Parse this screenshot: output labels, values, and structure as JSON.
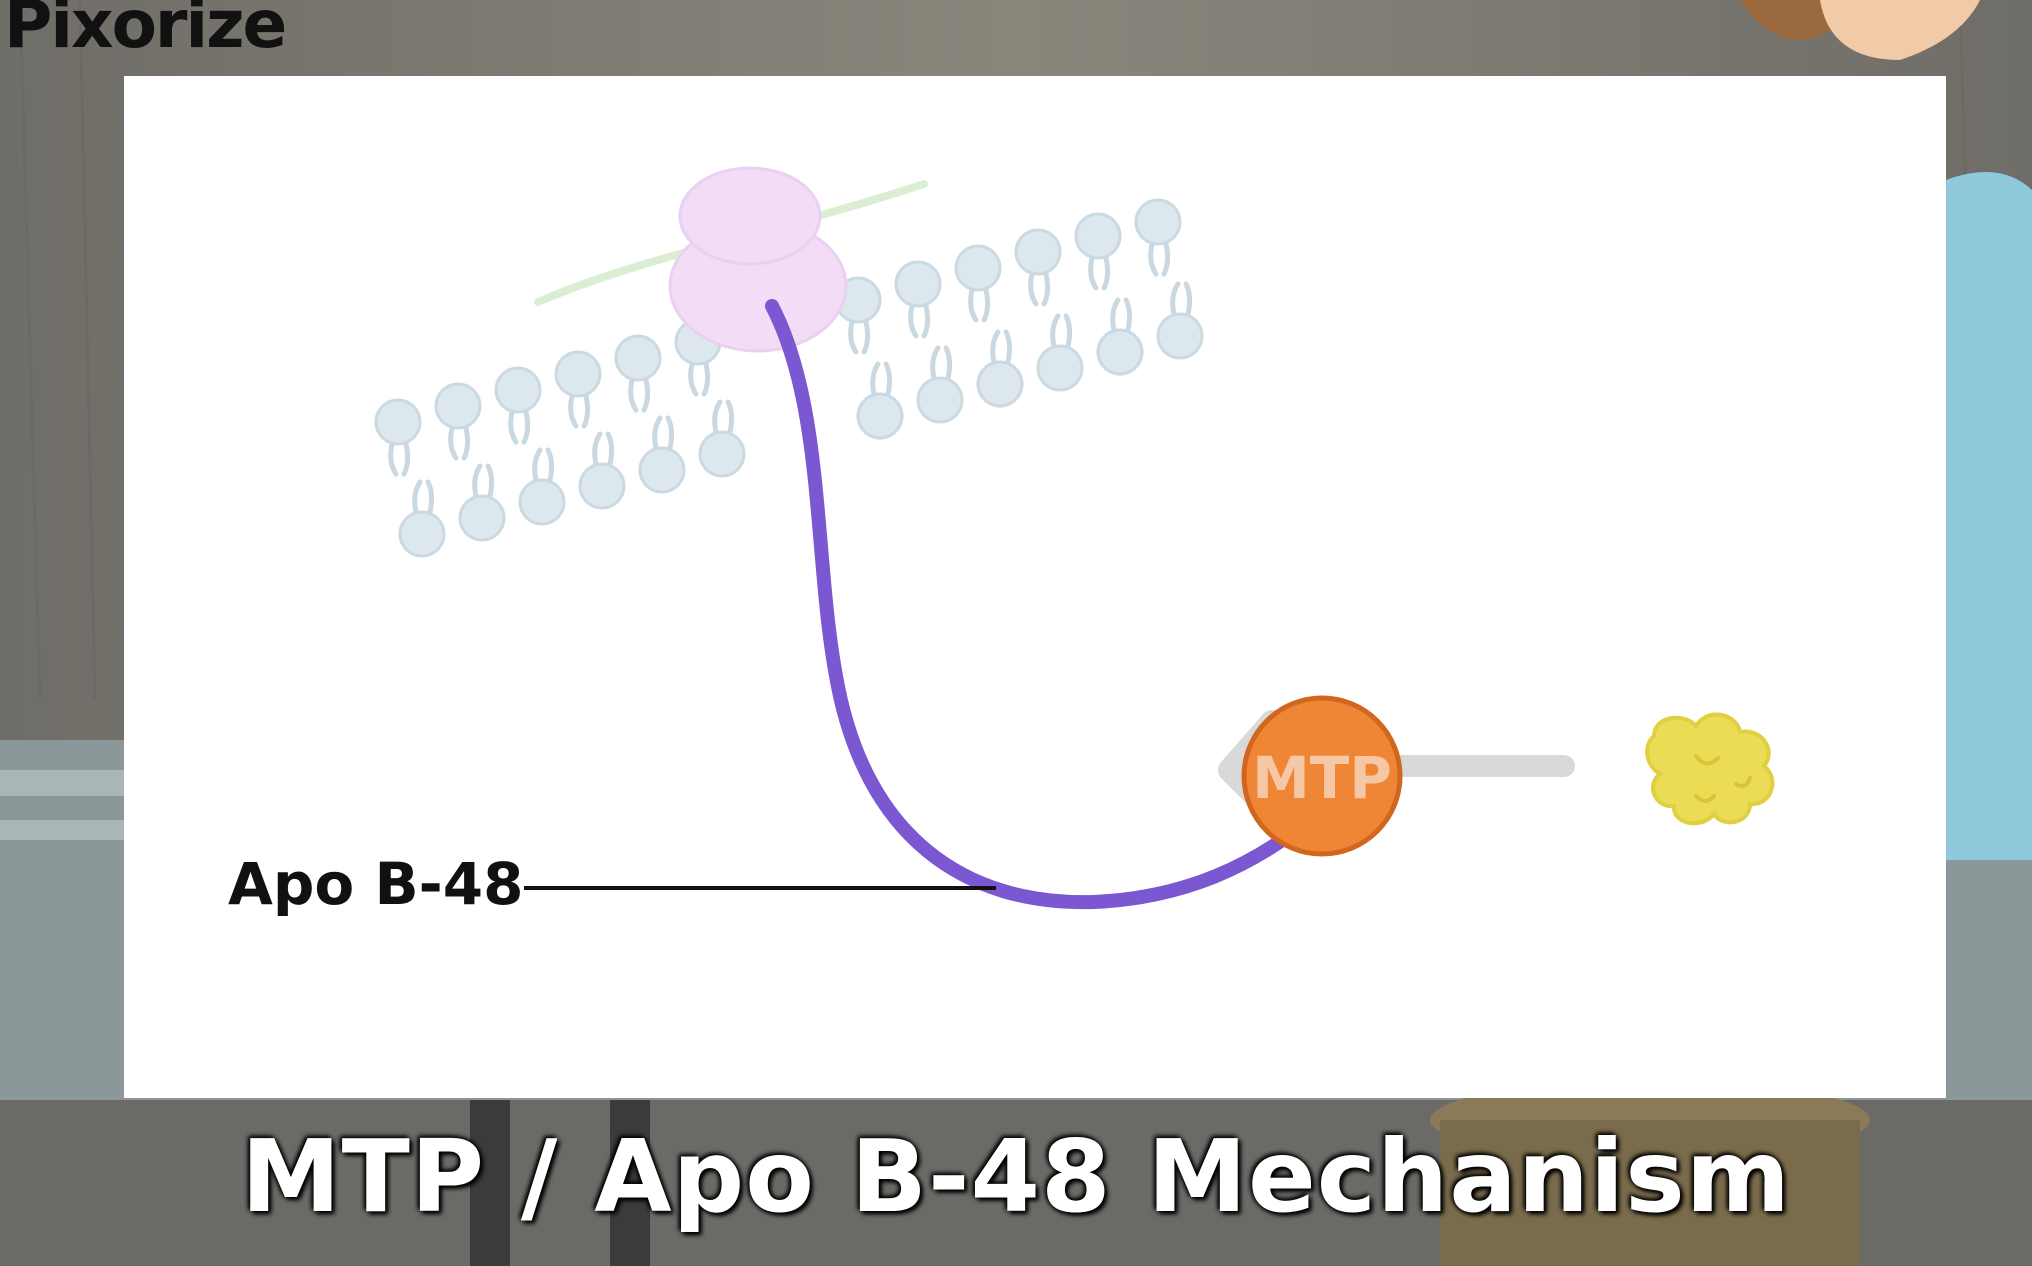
{
  "brand": {
    "logo": "Pixorize"
  },
  "diagram": {
    "label_apo": "Apo B-48",
    "mtp_label": "MTP",
    "colors": {
      "apo_chain": "#7b57d1",
      "mtp_fill": "#ef8636",
      "mtp_stroke": "#d2661e",
      "lipid_head": "#dbe7ee",
      "lipid_stroke": "#c9d8e1",
      "ribosome": "#f2dcf6",
      "mrna": "#dbeed3",
      "arrow": "#d9d9d9",
      "lipid_blob": "#ecdc55"
    }
  },
  "caption": {
    "title": "MTP / Apo B-48 Mechanism"
  }
}
